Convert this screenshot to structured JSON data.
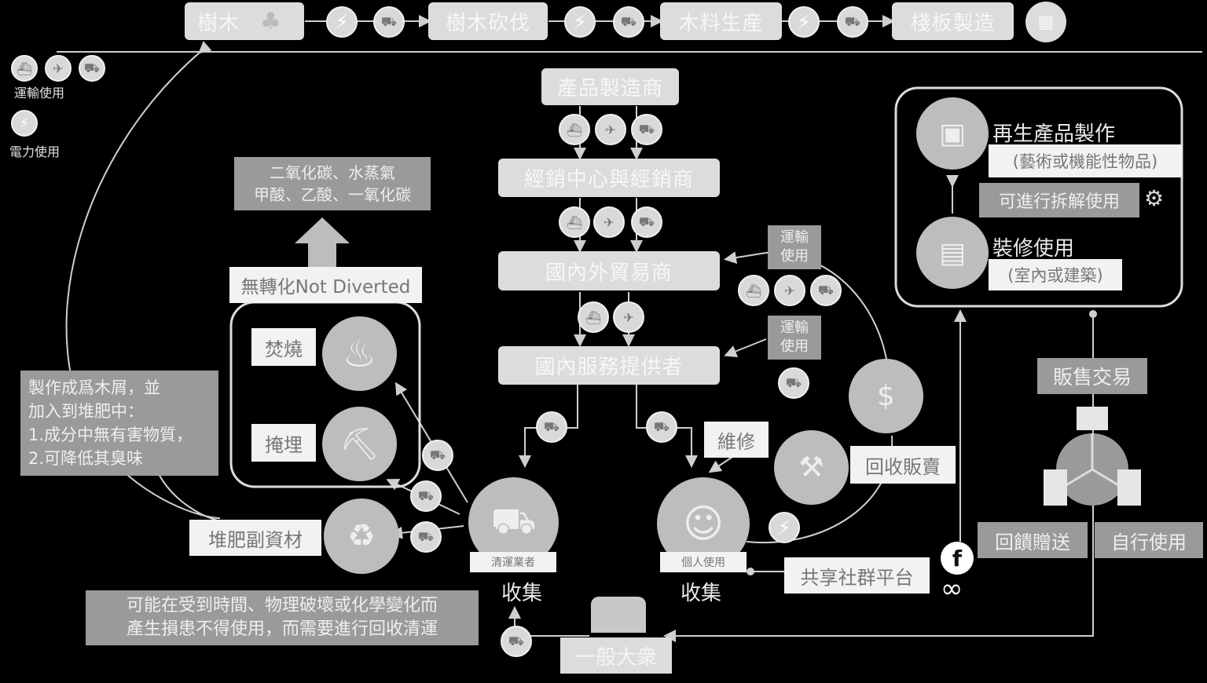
{
  "top_chain": {
    "step1": "樹木",
    "step2": "樹木砍伐",
    "step3": "木料生産",
    "step4": "棧板製造"
  },
  "legend": {
    "transport": "運輸使用",
    "electric": "電力使用"
  },
  "supply_chain": {
    "manufacturer": "產品製造商",
    "distributor": "經銷中心與經銷商",
    "trader": "國內外貿易商",
    "service_provider": "國內服務提供者"
  },
  "transport_label_1": "運輸\n使用",
  "transport_label_2": "運輸\n使用",
  "emissions": {
    "line1": "二氧化碳、水蒸氣",
    "line2": "甲酸、乙酸、一氧化碳"
  },
  "not_diverted": {
    "title": "無轉化Not Diverted",
    "incineration": "焚燒",
    "landfill": "掩埋"
  },
  "compost_note": {
    "line1": "製作成爲木屑，並",
    "line2": "加入到堆肥中：",
    "line3": "1.成分中無有害物質，",
    "line4": "2.可降低其臭味"
  },
  "compost_material": "堆肥副資材",
  "collector": {
    "role": "清運業者",
    "action": "收集"
  },
  "individual": {
    "role": "個人使用",
    "action": "收集"
  },
  "repair": "維修",
  "resale": "回收販賣",
  "social_platform": "共享社群平台",
  "damage_note": {
    "line1": "可能在受到時間、物理破壞或化學變化而",
    "line2": "產生損患不得使用，而需要進行回收清運"
  },
  "public": "一般大衆",
  "recycled_product": {
    "title": "再生產品製作",
    "subtitle": "(藝術或機能性物品)"
  },
  "disassembly": "可進行拆解使用",
  "renovation": {
    "title": "裝修使用",
    "subtitle": "(室內或建築)"
  },
  "sale": "販售交易",
  "feedback_gift": "回饋贈送",
  "self_use": "自行使用",
  "icons": {
    "bolt": "⚡",
    "truck": "⛟",
    "ship": "⛴",
    "plane": "✈",
    "fire": "🔥",
    "facebook": "f",
    "meta": "∞"
  }
}
